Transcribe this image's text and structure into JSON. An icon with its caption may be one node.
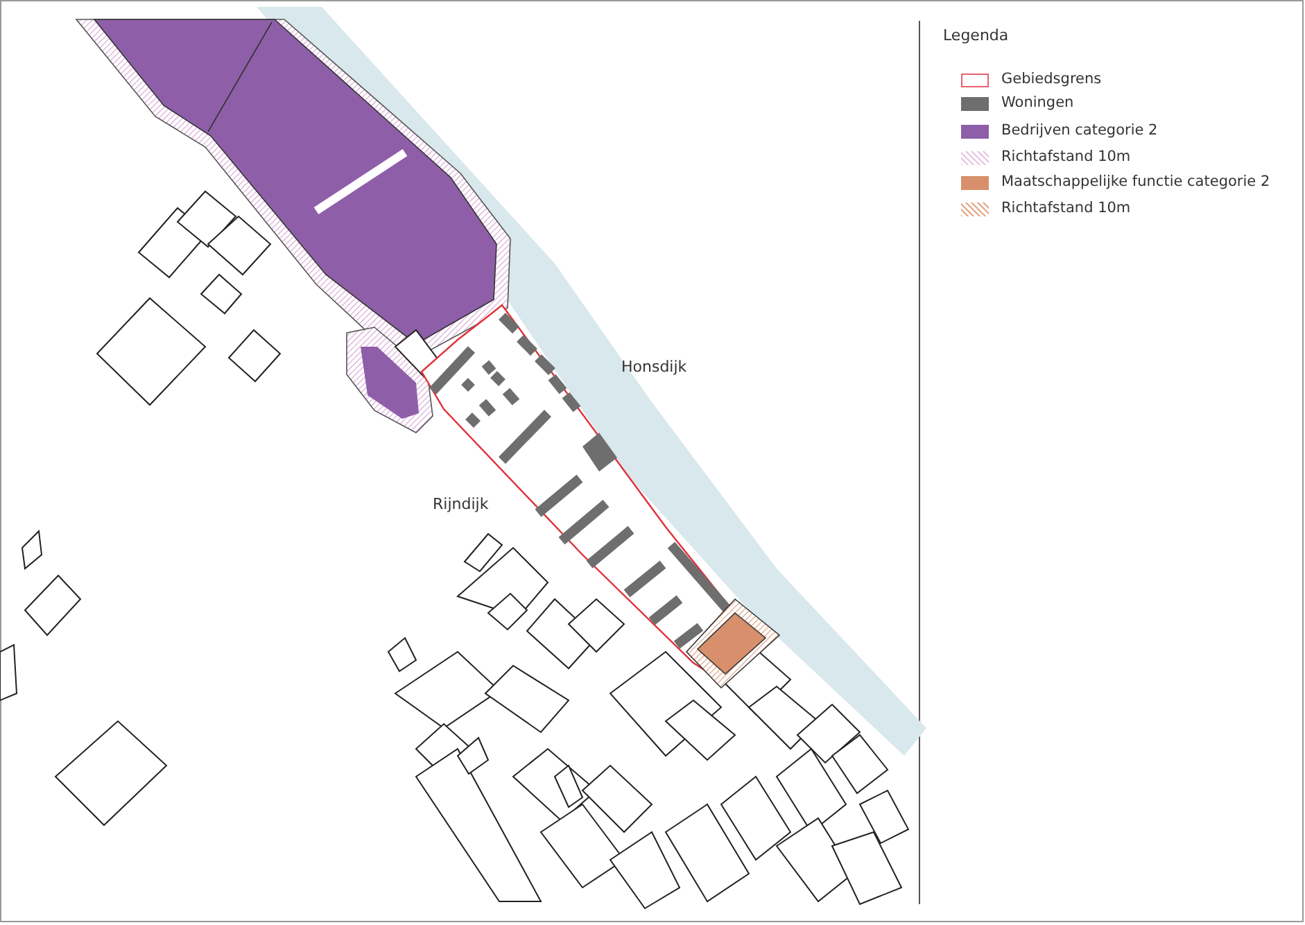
{
  "diagram": {
    "labels": [
      "Legenda",
      "Honsdijk",
      "Rijndijk"
    ],
    "legend": [
      {
        "text": "Gebiedsgrens"
      },
      {
        "text": "Woningen",
        "color": "#6e6e6e"
      },
      {
        "text": "Bedrijven categorie 2",
        "color": "#8e5fa8"
      },
      {
        "text": "Richtafstand 10m"
      },
      {
        "text": "Maatschappelijke functie categorie 2",
        "color": "#d7906b"
      },
      {
        "text": "Richtafstand 10m"
      }
    ]
  }
}
